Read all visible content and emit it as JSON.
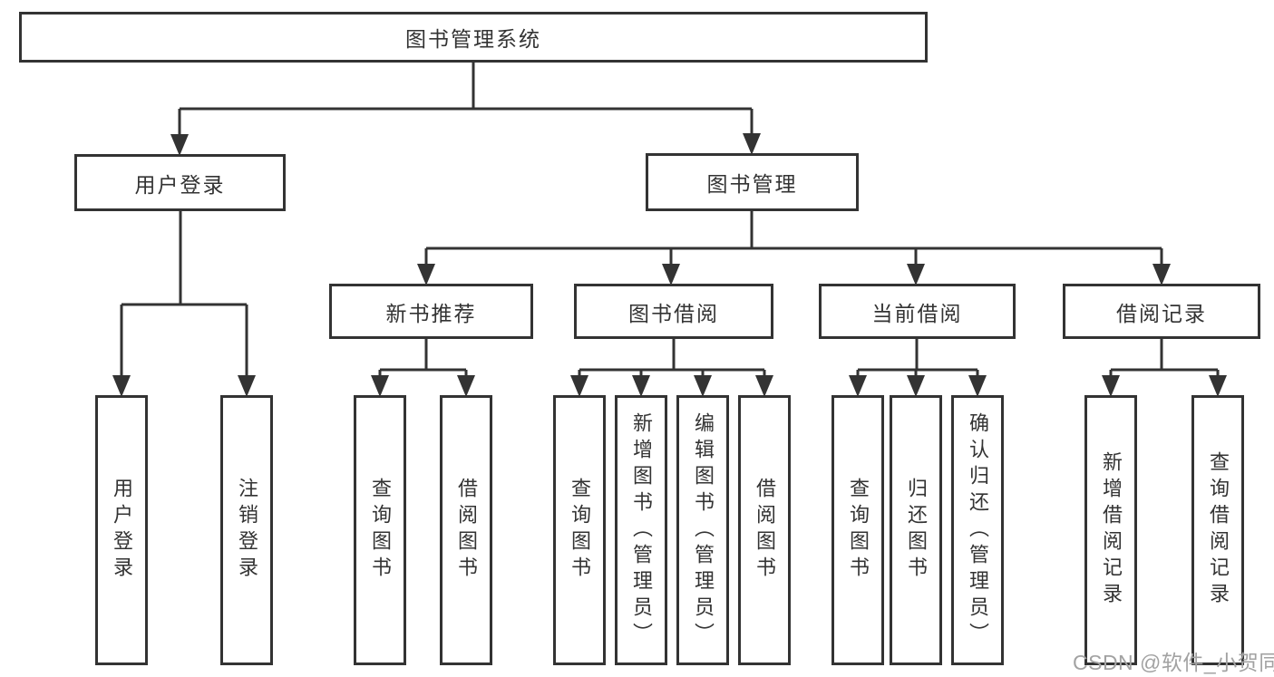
{
  "diagram": {
    "root": {
      "label": "图书管理系统"
    },
    "branches": [
      {
        "label": "用户登录",
        "children": [
          {
            "label": "用户登录"
          },
          {
            "label": "注销登录"
          }
        ]
      },
      {
        "label": "图书管理",
        "children": [
          {
            "label": "新书推荐",
            "children": [
              {
                "label": "查询图书"
              },
              {
                "label": "借阅图书"
              }
            ]
          },
          {
            "label": "图书借阅",
            "children": [
              {
                "label": "查询图书"
              },
              {
                "label": "新增图书（管理员）"
              },
              {
                "label": "编辑图书（管理员）"
              },
              {
                "label": "借阅图书"
              }
            ]
          },
          {
            "label": "当前借阅",
            "children": [
              {
                "label": "查询图书"
              },
              {
                "label": "归还图书"
              },
              {
                "label": "确认归还（管理员）"
              }
            ]
          },
          {
            "label": "借阅记录",
            "children": [
              {
                "label": "新增借阅记录"
              },
              {
                "label": "查询借阅记录"
              }
            ]
          }
        ]
      }
    ]
  },
  "watermark": {
    "text": "CSDN @软件_小贺同学"
  },
  "colors": {
    "line": "#333333",
    "text": "#333333",
    "box_background": "#ffffff",
    "watermark": "#a2a2a2"
  }
}
